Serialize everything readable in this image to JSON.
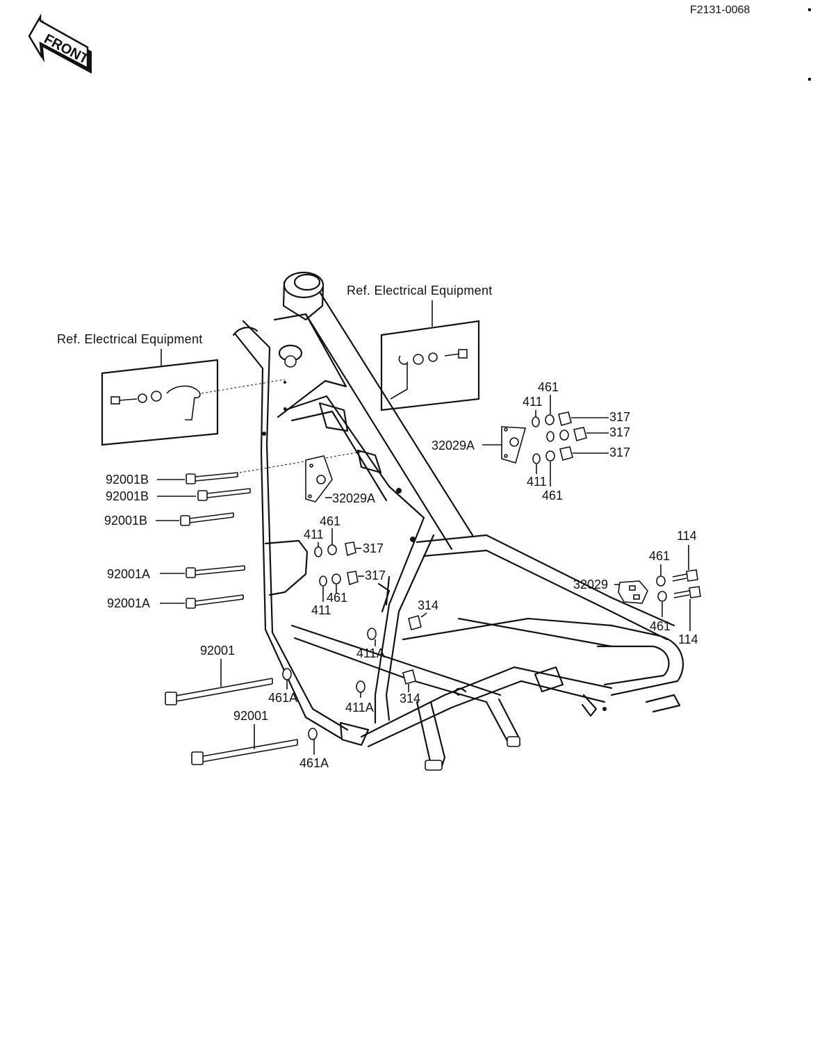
{
  "header": {
    "code": "F2131-0068"
  },
  "badge": {
    "label": "FRONT"
  },
  "refs": {
    "left": "Ref.  Electrical Equipment",
    "right": "Ref.  Electrical Equipment"
  },
  "labels": {
    "b1": "92001B",
    "b2": "92001B",
    "b3": "92001B",
    "a1": "92001A",
    "a2": "92001A",
    "n1": "92001",
    "n2": "92001",
    "p1": "32029A",
    "p2": "32029A",
    "p3": "32029",
    "w461_1": "461",
    "w411_1": "411",
    "w317_1": "317",
    "w317_2": "317",
    "w317_3": "317",
    "w411_2": "411",
    "w461_2": "461",
    "w461_3": "461",
    "w411_3": "411",
    "w317_4": "317",
    "w317_5": "317",
    "w461_4": "461",
    "w411_4": "411",
    "w314_1": "314",
    "w314_2": "314",
    "w411A_1": "411A",
    "w411A_2": "411A",
    "w461A_1": "461A",
    "w461A_2": "461A",
    "w114_1": "114",
    "w114_2": "114",
    "w461_5": "461",
    "w461_6": "461"
  }
}
